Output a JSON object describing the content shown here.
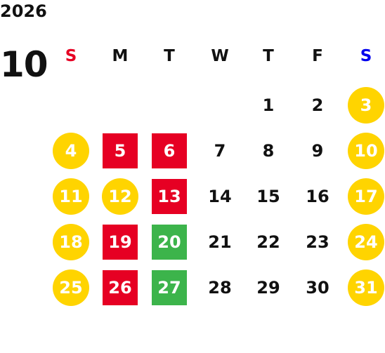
{
  "calendar": {
    "year": "2026",
    "month": "10",
    "weekdays": [
      {
        "label": "S",
        "color": "#e60023"
      },
      {
        "label": "M",
        "color": "#111111"
      },
      {
        "label": "T",
        "color": "#111111"
      },
      {
        "label": "W",
        "color": "#111111"
      },
      {
        "label": "T",
        "color": "#111111"
      },
      {
        "label": "F",
        "color": "#111111"
      },
      {
        "label": "S",
        "color": "#0000ee"
      }
    ],
    "weeks": [
      [
        null,
        null,
        null,
        null,
        {
          "day": "1",
          "type": "normal"
        },
        {
          "day": "2",
          "type": "normal"
        },
        {
          "day": "3",
          "type": "holiday"
        }
      ],
      [
        {
          "day": "4",
          "type": "holiday"
        },
        {
          "day": "5",
          "type": "closed"
        },
        {
          "day": "6",
          "type": "closed"
        },
        {
          "day": "7",
          "type": "normal"
        },
        {
          "day": "8",
          "type": "normal"
        },
        {
          "day": "9",
          "type": "normal"
        },
        {
          "day": "10",
          "type": "holiday"
        }
      ],
      [
        {
          "day": "11",
          "type": "holiday"
        },
        {
          "day": "12",
          "type": "holiday"
        },
        {
          "day": "13",
          "type": "closed"
        },
        {
          "day": "14",
          "type": "normal"
        },
        {
          "day": "15",
          "type": "normal"
        },
        {
          "day": "16",
          "type": "normal"
        },
        {
          "day": "17",
          "type": "holiday"
        }
      ],
      [
        {
          "day": "18",
          "type": "holiday"
        },
        {
          "day": "19",
          "type": "closed"
        },
        {
          "day": "20",
          "type": "event"
        },
        {
          "day": "21",
          "type": "normal"
        },
        {
          "day": "22",
          "type": "normal"
        },
        {
          "day": "23",
          "type": "normal"
        },
        {
          "day": "24",
          "type": "holiday"
        }
      ],
      [
        {
          "day": "25",
          "type": "holiday"
        },
        {
          "day": "26",
          "type": "closed"
        },
        {
          "day": "27",
          "type": "event"
        },
        {
          "day": "28",
          "type": "normal"
        },
        {
          "day": "29",
          "type": "normal"
        },
        {
          "day": "30",
          "type": "normal"
        },
        {
          "day": "31",
          "type": "holiday"
        }
      ]
    ],
    "colors": {
      "holiday": "#ffd400",
      "closed": "#e60023",
      "event": "#3cb44b",
      "sunday": "#e60023",
      "saturday": "#0000ee"
    }
  }
}
